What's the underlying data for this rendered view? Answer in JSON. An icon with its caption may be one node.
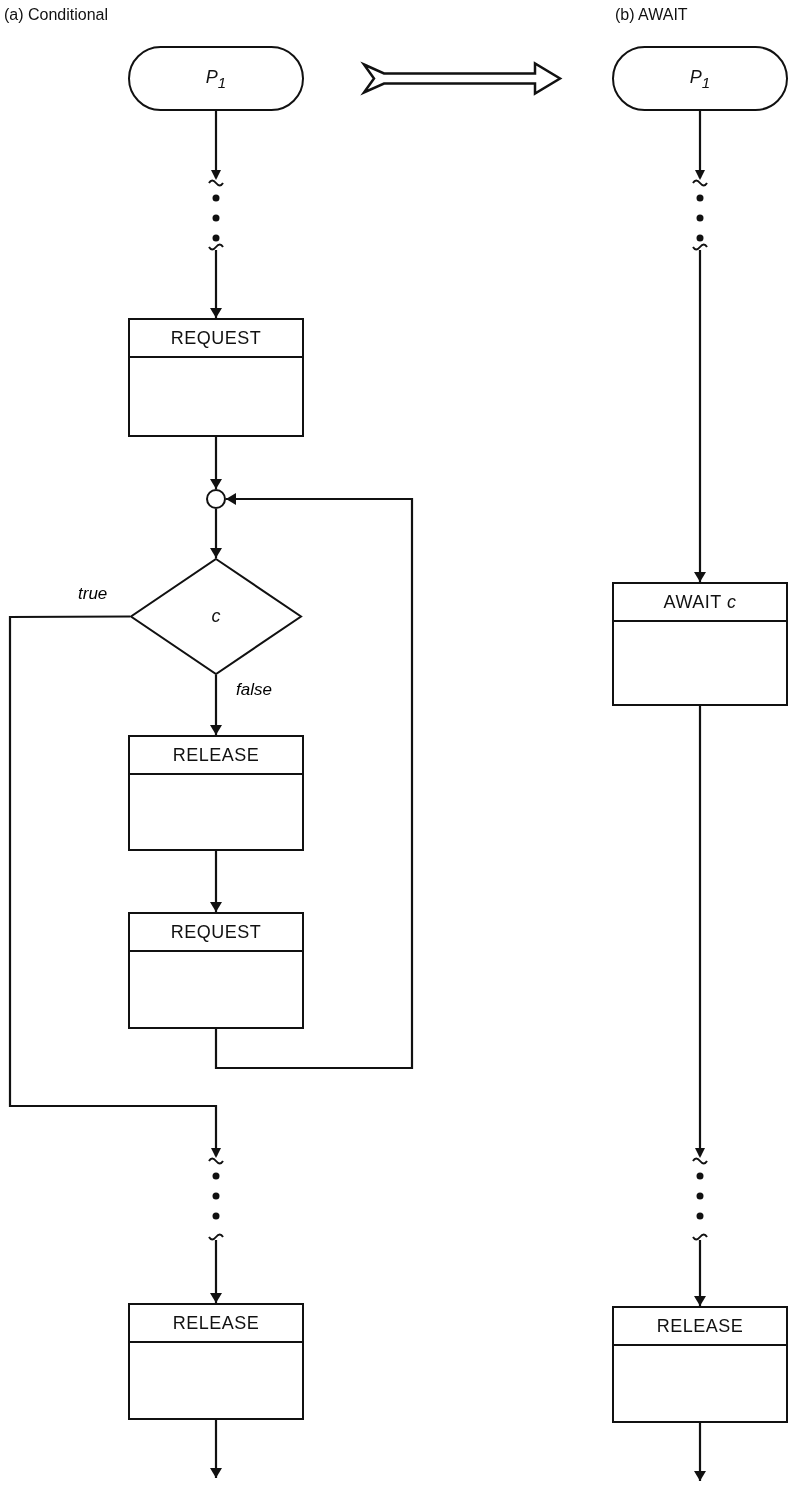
{
  "diagram": {
    "nodes": [
      {
        "text": [
          "P$_{1}$"
        ]
      },
      {
        "text": [
          "REQUEST"
        ]
      },
      {
        "text": [],
        "shape": "circle"
      },
      {
        "text": [
          "c"
        ]
      },
      {
        "text": [
          "RELEASE"
        ]
      },
      {
        "text": [
          "REQUEST"
        ]
      },
      {
        "text": [
          "RELEASE"
        ]
      },
      {
        "text": [
          "P$_{1}$"
        ]
      },
      {
        "text": [
          "AWAIT *c*"
        ]
      },
      {
        "text": [
          "RELEASE"
        ]
      }
    ],
    "edges": [
      {
        "from": 0,
        "to": 1,
        "arrow": "to"
      },
      {
        "from": 1,
        "to": 2,
        "arrow": "to"
      },
      {
        "from": 2,
        "to": 3,
        "arrow": "to"
      },
      {
        "from": 3,
        "to": 4,
        "arrow": "to",
        "label": "false"
      },
      {
        "from": 4,
        "to": 5,
        "arrow": "to"
      },
      {
        "from": 5,
        "to": 2,
        "arrow": "to"
      },
      {
        "from": 3,
        "to": 6,
        "arrow": "to",
        "label": "true"
      },
      {
        "from": 6,
        "to": null,
        "arrow": "to"
      },
      {
        "from": 7,
        "to": 8,
        "arrow": "to"
      },
      {
        "from": 8,
        "to": 9,
        "arrow": "to"
      },
      {
        "from": 9,
        "to": null,
        "arrow": "to"
      },
      {
        "from": 0,
        "to": 7,
        "arrow": "to",
        "style": "thick"
      }
    ],
    "labels": [
      "(a) Conditional",
      "(b) AWAIT"
    ]
  }
}
